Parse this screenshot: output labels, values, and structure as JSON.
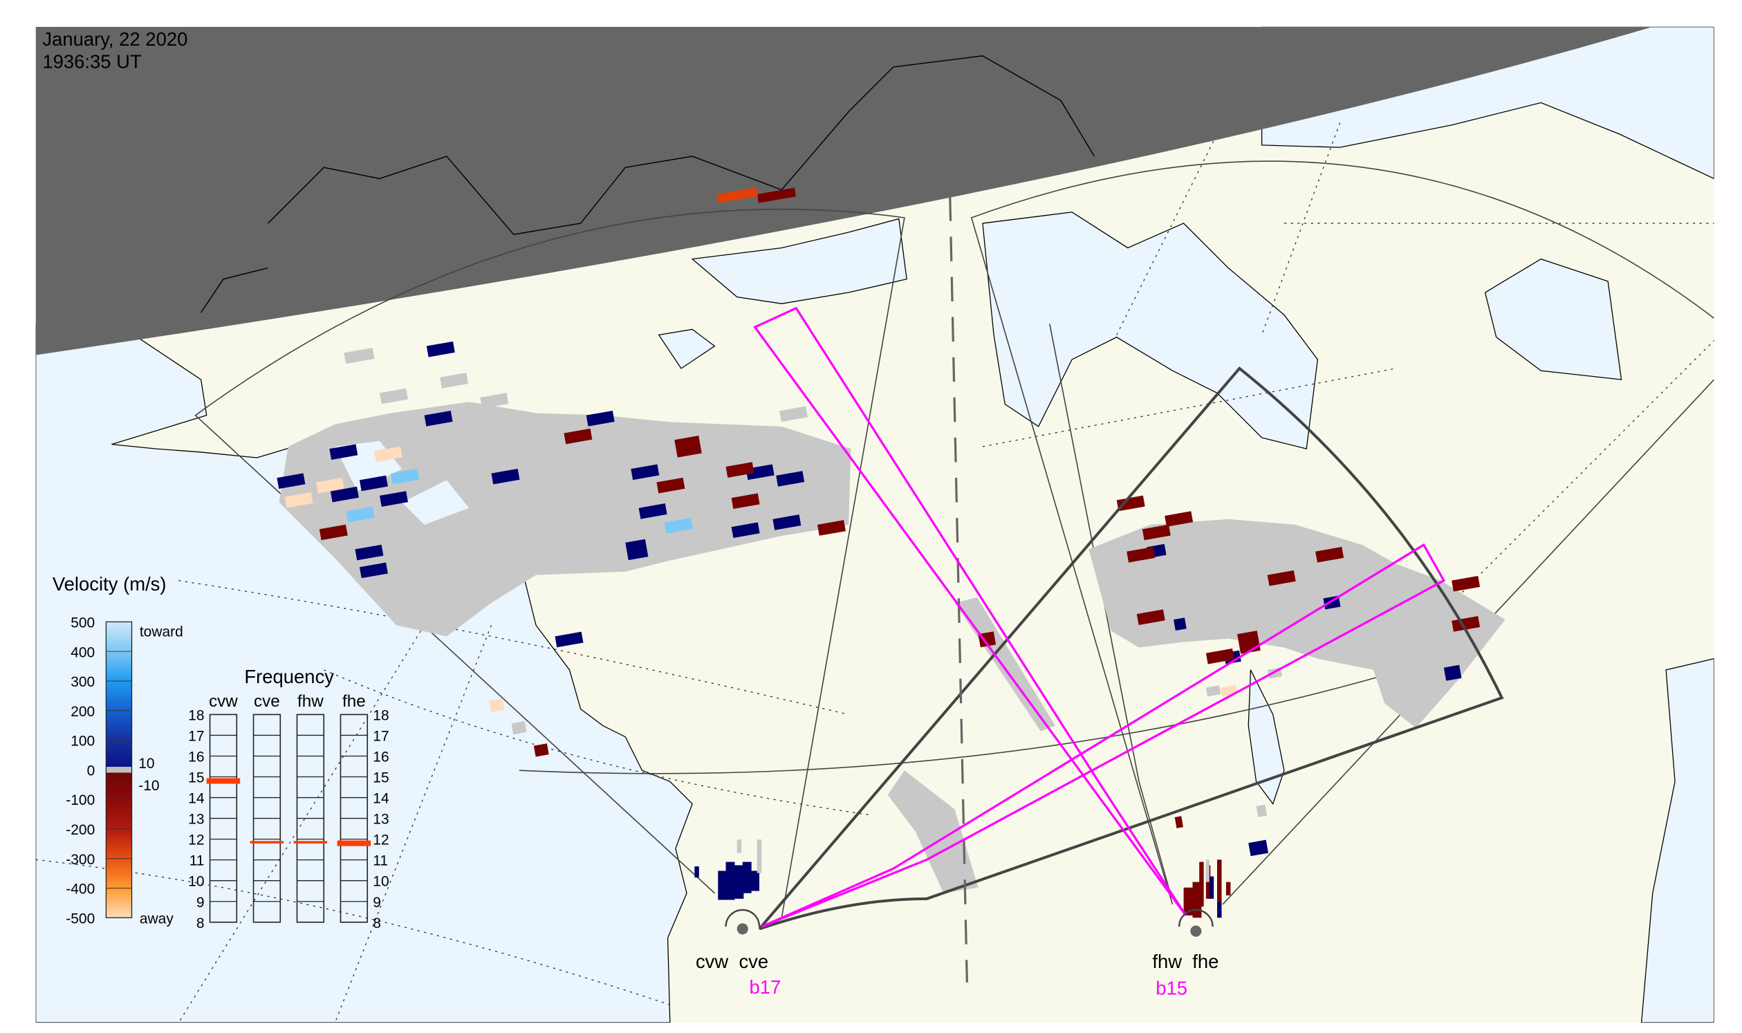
{
  "header": {
    "date": "January, 22 2020",
    "time": "1936:35 UT"
  },
  "velocity_legend": {
    "title": "Velocity (m/s)",
    "ticks": [
      "500",
      "400",
      "300",
      "200",
      "100",
      "0",
      "-100",
      "-200",
      "-300",
      "-400",
      "-500"
    ],
    "toward_label": "toward",
    "away_label": "away",
    "ground_scatter_upper": "10",
    "ground_scatter_lower": "-10"
  },
  "frequency_legend": {
    "title": "Frequency",
    "columns": [
      "cvw",
      "cve",
      "fhw",
      "fhe"
    ],
    "ticks": [
      "18",
      "17",
      "16",
      "15",
      "14",
      "13",
      "12",
      "11",
      "10",
      "9",
      "8"
    ],
    "markers_mhz": [
      14.8,
      11.85,
      11.85,
      11.8
    ]
  },
  "sites": {
    "cv_labels": "cvw  cve",
    "cv_beam": "b17",
    "fh_labels": "fhw  fhe",
    "fh_beam": "b15"
  },
  "colors": {
    "ocean": "#eaf5fd",
    "land": "#f8f9ea",
    "night": "#666666",
    "ground_scatter": "#c8c8c8",
    "beam": "#ff00ff",
    "marker": "#ff3c00"
  }
}
